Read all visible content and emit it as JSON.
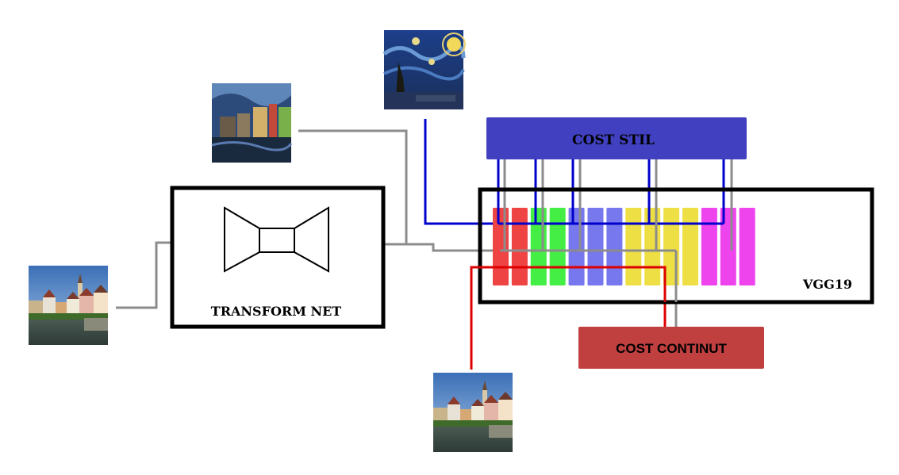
{
  "labels": {
    "transform_net": "TRANSFORM NET",
    "vgg": "VGG19",
    "cost_style": "COST STIL",
    "cost_content": "COST CONTINUT"
  },
  "images": {
    "input_photo": "photo-icon",
    "content_photo": "photo-icon",
    "stylized_output": "stylized-photo-icon",
    "style_painting": "starry-night-icon"
  },
  "colors": {
    "style_box": "#4040C0",
    "content_box": "#C04040",
    "style_wire": "#0000CC",
    "content_wire": "#DD0000",
    "gray_wire": "#8C8C8C",
    "block_red": "#EE4444",
    "block_green": "#44EE44",
    "block_blue": "#7777EE",
    "block_yellow": "#EEE044",
    "block_magenta": "#EE44EE"
  },
  "vgg_blocks": [
    {
      "group": "conv1",
      "color": "block_red"
    },
    {
      "group": "conv1",
      "color": "block_red"
    },
    {
      "group": "conv2",
      "color": "block_green"
    },
    {
      "group": "conv2",
      "color": "block_green"
    },
    {
      "group": "conv3",
      "color": "block_blue"
    },
    {
      "group": "conv3",
      "color": "block_blue"
    },
    {
      "group": "conv3",
      "color": "block_blue"
    },
    {
      "group": "conv4",
      "color": "block_yellow"
    },
    {
      "group": "conv4",
      "color": "block_yellow"
    },
    {
      "group": "conv4",
      "color": "block_yellow"
    },
    {
      "group": "conv4",
      "color": "block_yellow"
    },
    {
      "group": "conv5",
      "color": "block_magenta"
    },
    {
      "group": "conv5",
      "color": "block_magenta"
    },
    {
      "group": "conv5",
      "color": "block_magenta"
    }
  ]
}
